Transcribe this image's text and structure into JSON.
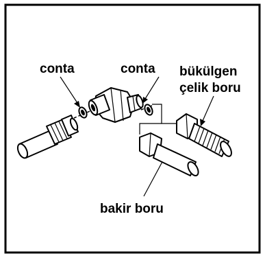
{
  "labels": {
    "gasket_left": "conta",
    "gasket_right": "conta",
    "flexible_steel_pipe_line1": "bükülgen",
    "flexible_steel_pipe_line2": "çelik boru",
    "copper_pipe": "bakir boru"
  }
}
